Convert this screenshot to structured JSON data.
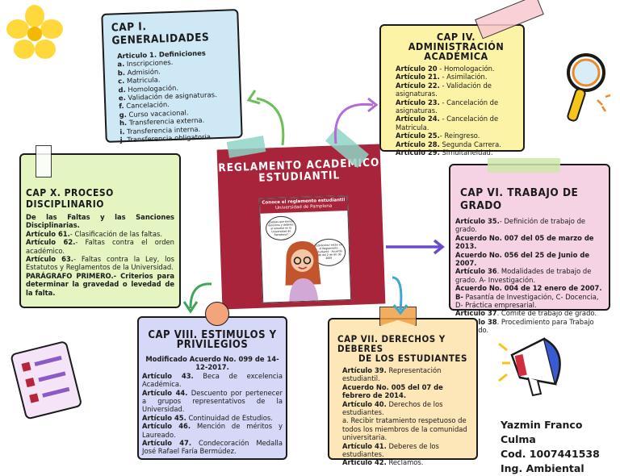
{
  "center": {
    "title_line1": "REGLAMENTO ACADEMICO",
    "title_line2": "ESTUDIANTIL",
    "book_header": "Conoce el reglamento estudiantil",
    "book_sub": "Universidad de Pamplona",
    "bubble_left": "¿Sabías que tienes derechos y deberes al estudiar en la Universidad de Pamplona?",
    "bubble_right": "¡Conócelos! están en el Reglamento estudiantil - Acuerdo 186 del 2 de dic de 2005"
  },
  "cap1": {
    "title": "CAP I. GENERALIDADES",
    "heading": "Articulo 1. Definiciones",
    "items": [
      {
        "letter": "a.",
        "text": "Inscripciones."
      },
      {
        "letter": "b.",
        "text": "Admisión."
      },
      {
        "letter": "c.",
        "text": "Matricula."
      },
      {
        "letter": "d.",
        "text": "Homologación."
      },
      {
        "letter": "e.",
        "text": "Validación de asignaturas."
      },
      {
        "letter": "f.",
        "text": "Cancelación."
      },
      {
        "letter": "g.",
        "text": "Curso vacacional."
      },
      {
        "letter": "h.",
        "text": "Transferencia externa."
      },
      {
        "letter": "i.",
        "text": "Transferencia interna."
      },
      {
        "letter": "j.",
        "text": "Transferencia obligatoria"
      }
    ]
  },
  "cap4": {
    "title_line1": "CAP IV. ADMINISTRACIÓN",
    "title_line2": "ACADÉMICA",
    "items": [
      {
        "label": "Artículo 20",
        "text": " - Homologación."
      },
      {
        "label": "Artículo 21.",
        "text": " - Asimilación."
      },
      {
        "label": "Artículo 22.",
        "text": " - Validación de asignaturas."
      },
      {
        "label": "Artículo 23.",
        "text": " - Cancelación de asignaturas."
      },
      {
        "label": "Artículo 24.",
        "text": " - Cancelación de Matricula."
      },
      {
        "label": "Artículo 25.",
        "text": "- Reingreso."
      },
      {
        "label": "Artículo 28.",
        "text": " Segunda Carrera."
      },
      {
        "label": "Artículo 29.",
        "text": " Simultaneidad."
      }
    ]
  },
  "cap10": {
    "title": "CAP X. PROCESO DISCIPLINARIO",
    "intro": "De las Faltas y las Sanciones Disciplinarias.",
    "items": [
      {
        "label": "Artículo 61.",
        "text": "- Clasificación de las faltas."
      },
      {
        "label": "Artículo 62.",
        "text": "- Faltas contra el orden académico."
      },
      {
        "label": "Artículo 63.",
        "text": "- Faltas contra la Ley, los Estatutos y Reglamentos de la Universidad."
      }
    ],
    "closing": "PARÁGRAFO PRIMERO.- Criterios para determinar la gravedad o levedad de la falta."
  },
  "cap6": {
    "title": "CAP VI. TRABAJO DE GRADO",
    "items": [
      {
        "label": "Artículo 35.",
        "text": "- Definición de trabajo de grado."
      },
      {
        "label": "Acuerdo No. 007 del 05 de marzo de 2013.",
        "text": ""
      },
      {
        "label": "Acuerdo No. 056 del 25 de Junio de 2007.",
        "text": ""
      },
      {
        "label": "Artículo 36",
        "text": ". Modalidades de trabajo de grado. A- Investigación."
      },
      {
        "label": "Acuerdo No. 004 de 12 enero de 2007. B-",
        "text": " Pasantía de Investigación, C- Docencia, D- Práctica empresarial."
      },
      {
        "label": "Artículo 37",
        "text": ". Comité de trabajo de grado."
      },
      {
        "label": "Artículo 38",
        "text": ". Procedimiento para Trabajo de Grado."
      }
    ]
  },
  "cap8": {
    "title_line1": "CAP VIII. ESTIMULOS Y",
    "title_line2": "PRIVILEGIOS",
    "intro": "Modificado Acuerdo No. 099 de 14-12-2017.",
    "items": [
      {
        "label": "Artículo 43.",
        "text": " Beca de excelencia Académica."
      },
      {
        "label": "Artículo 44.",
        "text": " Descuento por pertenecer a grupos representativos de la Universidad."
      },
      {
        "label": "Artículo 45.",
        "text": " Continuidad de Estudios."
      },
      {
        "label": "Artículo 46.",
        "text": " Mención de méritos y Laureado."
      },
      {
        "label": "Artículo 47.",
        "text": " Condecoración Medalla José Rafael Faría Bermúdez."
      }
    ]
  },
  "cap7": {
    "title_line1": "CAP VII. DERECHOS Y DEBERES",
    "title_line2": "DE LOS ESTUDIANTES",
    "items": [
      {
        "label": "Artículo 39.",
        "text": " Representación estudiantil."
      },
      {
        "label": "Acuerdo No. 005 del 07 de febrero de 2014.",
        "text": ""
      },
      {
        "label": "Artículo 40.",
        "text": " Derechos de los estudiantes."
      },
      {
        "label": "",
        "text": "a. Recibir tratamiento respetuoso de todos los miembros de la comunidad universitaria."
      },
      {
        "label": "Artículo 41.",
        "text": " Deberes de los estudiantes."
      },
      {
        "label": "Artículo 42.",
        "text": " Reclamos."
      }
    ]
  },
  "signature": {
    "name": "Yazmin Franco Culma",
    "code": "Cod. 1007441538",
    "program": "Ing. Ambiental"
  },
  "colors": {
    "cap1": "#cfe8f5",
    "cap4": "#fdf3a6",
    "cap10": "#e4f5c2",
    "cap6": "#f6d3e4",
    "cap8": "#d5d8f6",
    "cap7": "#fde7b8",
    "center_red": "#a8243a"
  }
}
